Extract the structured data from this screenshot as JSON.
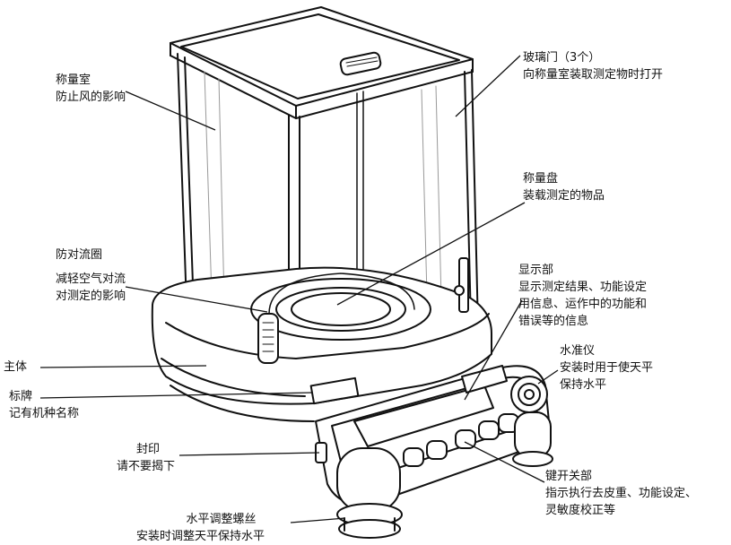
{
  "labels": {
    "weighing_chamber": {
      "title": "称量室",
      "desc": [
        "防止风的影响"
      ]
    },
    "glass_door": {
      "title": "玻璃门（3个）",
      "desc": [
        "向称量室装取测定物时打开"
      ]
    },
    "weighing_pan": {
      "title": "称量盘",
      "desc": [
        "装载测定的物品"
      ]
    },
    "draft_ring": {
      "title": "防对流圈",
      "desc": [
        "减轻空气对流",
        "对测定的影响"
      ]
    },
    "display": {
      "title": "显示部",
      "desc": [
        "显示测定结果、功能设定",
        "用信息、运作中的功能和",
        "错误等的信息"
      ]
    },
    "level": {
      "title": "水准仪",
      "desc": [
        "安装时用于使天平",
        "保持水平"
      ]
    },
    "main_body": {
      "title": "主体",
      "desc": []
    },
    "nameplate": {
      "title": "标牌",
      "desc": [
        "记有机种名称"
      ]
    },
    "seal": {
      "title": "封印",
      "desc": [
        "请不要揭下"
      ]
    },
    "keys": {
      "title": "键开关部",
      "desc": [
        "指示执行去皮重、功能设定、",
        "灵敏度校正等"
      ]
    },
    "leveling_screw": {
      "title": "水平调整螺丝",
      "desc": [
        "安装时调整天平保持水平"
      ]
    }
  },
  "colors": {
    "ink": "#111111",
    "background": "#ffffff",
    "shade": "#e6e6e6"
  }
}
